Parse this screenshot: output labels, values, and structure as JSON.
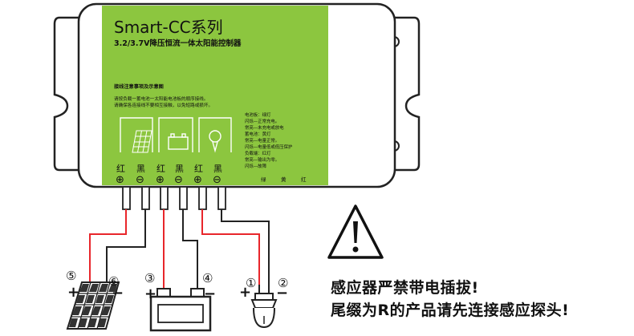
{
  "controller": {
    "title": "Smart-CC系列",
    "subtitle": "3.2/3.7V降压恒流一体太阳能控制器",
    "note_heading": "接线注意事项及示意图",
    "note_lines": [
      "请按负载一蓄电池一太阳能电池板的顺序接线。",
      "请确保各连接线不要相互接触，以免短路或损坏。"
    ],
    "status_lines": [
      "电池板：绿灯",
      "闪烁—正常充电。",
      "常亮—未充电或放电",
      "蓄电池：黄灯",
      "常亮—电量正常。",
      "闪烁—电量低或低压保护",
      "负载端：红灯",
      "常亮—输出为零。",
      "闪烁—故障"
    ],
    "led_labels": [
      "绿",
      "黄",
      "红"
    ],
    "terminal_colors": [
      "红",
      "黑",
      "红",
      "黑",
      "红",
      "黑"
    ],
    "terminal_signs": [
      "⊕",
      "⊖",
      "⊕",
      "⊖",
      "⊕",
      "⊖"
    ]
  },
  "wiring": {
    "solar_labels": [
      "⑤",
      "⑥"
    ],
    "battery_labels": [
      "③",
      "④"
    ],
    "lamp_labels": [
      "①",
      "②"
    ],
    "plus": "+",
    "minus": "−"
  },
  "warning": {
    "icon": "warning-triangle-icon",
    "line1": "感应器严禁带电插拔!",
    "line2": "尾缀为R的产品请先连接感应探头!"
  },
  "colors": {
    "panel_green": "#8cc63f",
    "wire_red": "#e8262b",
    "wire_black": "#222222"
  }
}
